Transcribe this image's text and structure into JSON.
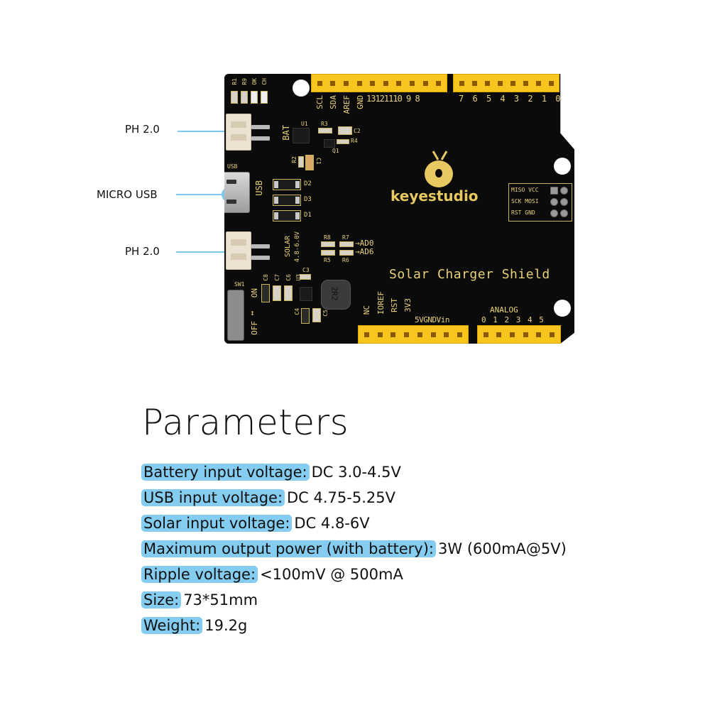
{
  "callouts": [
    {
      "label": "PH 2.0",
      "target": "battery-connector"
    },
    {
      "label": "MICRO USB",
      "target": "micro-usb-port"
    },
    {
      "label": "PH 2.0",
      "target": "solar-connector"
    }
  ],
  "board": {
    "brand": "keyestudio",
    "name": "Solar Charger Shield",
    "usb_silk_small": "USB",
    "usb_silk": "USB",
    "bat_silk": "BAT",
    "solar_silk": "SOLAR",
    "solar_range_silk": "4.8-6.0V",
    "switch_label": "SW1",
    "switch_on": "ON",
    "switch_off": "OFF",
    "inductor_label": "2R2",
    "top_left_leds": [
      "R1",
      "R9",
      "OK",
      "CH"
    ],
    "digital_header_labels_left": [
      "SCL",
      "SDA",
      "AREF",
      "GND",
      "13",
      "12",
      "11",
      "10",
      "9",
      "8"
    ],
    "digital_header_labels_right": [
      "7",
      "6",
      "5",
      "4",
      "3",
      "2",
      "1",
      "0"
    ],
    "power_header_labels": [
      "NC",
      "IOREF",
      "RST",
      "3V3",
      "5V",
      "GND",
      "Vin"
    ],
    "analog_title": "ANALOG",
    "analog_labels": [
      "0",
      "1",
      "2",
      "3",
      "4",
      "5"
    ],
    "icsp_labels": [
      [
        "MISO",
        "VCC"
      ],
      [
        "SCK",
        "MOSI"
      ],
      [
        "RST",
        "GND"
      ]
    ],
    "components": [
      "U1",
      "R3",
      "C2",
      "R4",
      "Q1",
      "R2",
      "C1",
      "D2",
      "D3",
      "D1",
      "R8",
      "R7",
      "R5",
      "R6",
      "C3",
      "C8",
      "C7",
      "C6",
      "U3",
      "C4",
      "C5"
    ],
    "ad_labels": [
      "AD0",
      "AD6"
    ]
  },
  "parameters": {
    "title": "Parameters",
    "items": [
      {
        "key": "Battery input voltage:",
        "value": "DC 3.0-4.5V"
      },
      {
        "key": "USB input voltage:",
        "value": "DC 4.75-5.25V"
      },
      {
        "key": "Solar input voltage:",
        "value": "DC 4.8-6V"
      },
      {
        "key": "Maximum output power (with battery):",
        "value": "3W (600mA@5V)"
      },
      {
        "key": "Ripple voltage:",
        "value": "<100mV @ 500mA"
      },
      {
        "key": "Size:",
        "value": "73*51mm"
      },
      {
        "key": "Weight:",
        "value": "19.2g"
      }
    ]
  },
  "colors": {
    "highlight": "#85cdf0",
    "callout": "#7cc7ec",
    "pcb": "#0b0b0b",
    "silkscreen": "#e8d27a",
    "header": "#f7c51e"
  }
}
